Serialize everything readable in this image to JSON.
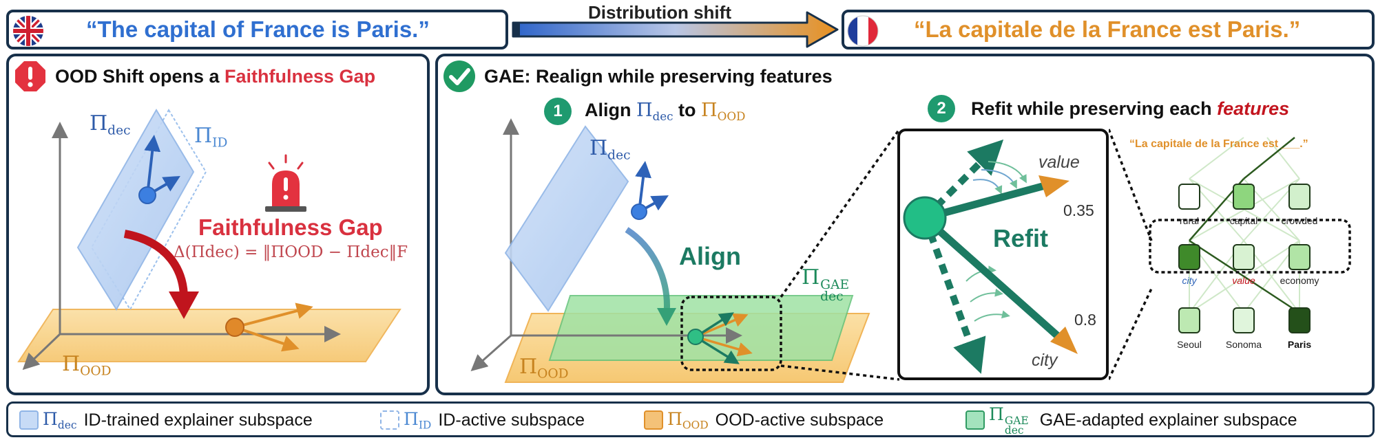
{
  "header": {
    "en_sentence": "“The capital of France is Paris.”",
    "fr_sentence": "“La capitale de la France est Paris.”",
    "shift_label": "Distribution shift"
  },
  "left_panel": {
    "title_prefix": "OOD Shift opens a ",
    "title_highlight": "Faithfulness Gap",
    "pi_dec": "Π",
    "pi_dec_sub": "dec",
    "pi_id": "Π",
    "pi_id_sub": "ID",
    "pi_ood": "Π",
    "pi_ood_sub": "OOD",
    "gap_label": "Faithfulness Gap",
    "gap_formula": "Δ(Πdec) = ‖ΠOOD − Πdec‖F"
  },
  "right_panel": {
    "title": "GAE: Realign while preserving features",
    "step1_num": "1",
    "step1_prefix": "Align ",
    "step1_mid": " to ",
    "step2_num": "2",
    "step2_prefix": "Refit while preserving each ",
    "step2_highlight": "features",
    "align_label": "Align",
    "refit_label": "Refit",
    "value_label": "value",
    "value_score": "0.35",
    "city_label": "city",
    "city_score": "0.8",
    "gae_sup": "GAE",
    "prompt": "“La capitale de la France est ___.”",
    "nodes": [
      "rural",
      "capital",
      "crowded",
      "city",
      "value",
      "economy",
      "Seoul",
      "Sonoma",
      "Paris"
    ]
  },
  "legend": {
    "dec_text": "ID-trained explainer subspace",
    "id_text": "ID-active subspace",
    "ood_text": "OOD-active subspace",
    "gae_text": "GAE-adapted explainer subspace"
  },
  "colors": {
    "navy": "#17304a",
    "blue": "#2d6fc4",
    "orange": "#e0902a",
    "red": "#d9313f",
    "teal": "#1f8a6a",
    "green": "#2f9a62"
  }
}
